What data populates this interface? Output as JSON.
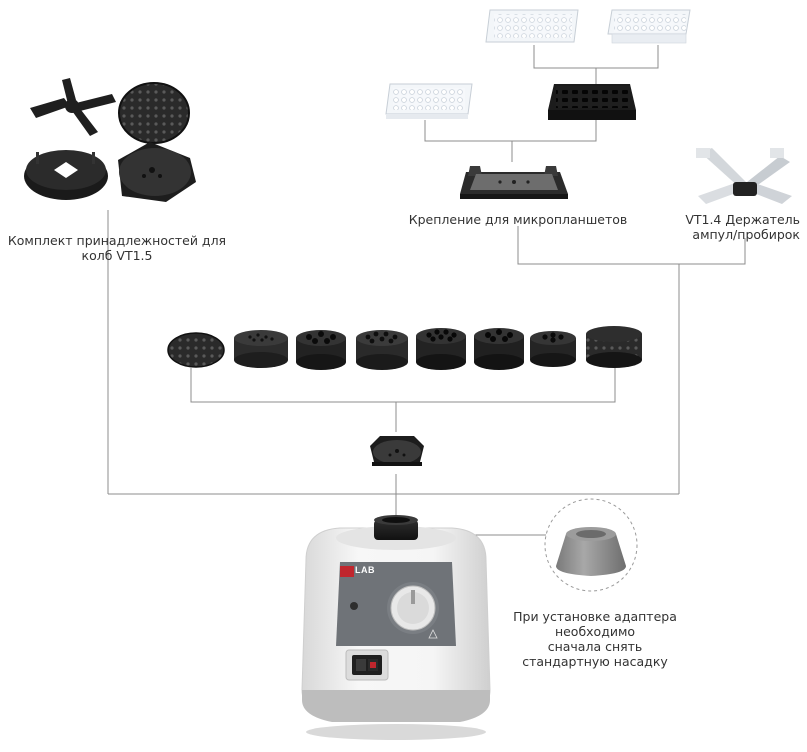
{
  "labels": {
    "flask_kit": {
      "line1": "Комплект принадлежностей для",
      "line2": "колб VT1.5"
    },
    "microplate": "Крепление для микропланшетов",
    "tube_holder": {
      "line1": "VT1.4 Держатель",
      "line2": "ампул/пробирок"
    },
    "adapter_note": {
      "line1": "При установке адаптера",
      "line2": "необходимо",
      "line3": "сначала снять",
      "line4": "стандартную насадку"
    }
  },
  "device": {
    "brand": "LAB"
  },
  "colors": {
    "line": "#8c8c8c",
    "accessory_black": "#262626",
    "device_body": "#efefef",
    "device_panel": "#6f7378",
    "brand_red": "#c0262d",
    "adapter_gray": "#8e8e8e"
  }
}
